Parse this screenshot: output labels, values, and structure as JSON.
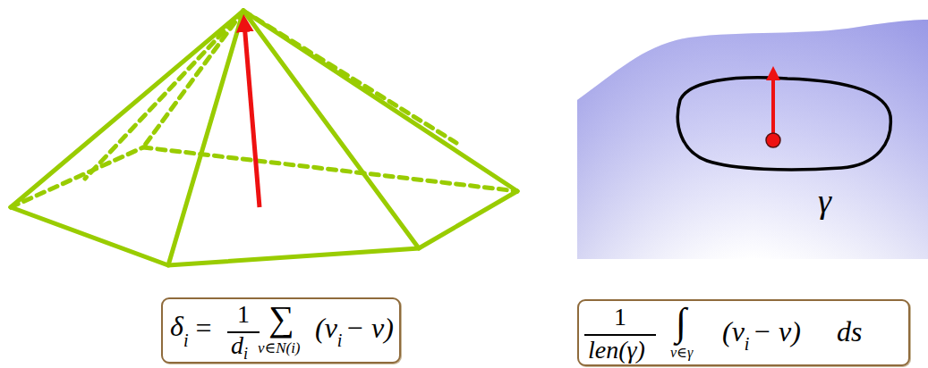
{
  "diagram": {
    "nodes": [
      {
        "text": [
          "δ",
          "i",
          "=",
          "1",
          "d",
          "i",
          "∑",
          "v∈N(i)",
          "(v",
          "i",
          "− v)"
        ]
      },
      {
        "text": [
          "1",
          "len(γ)",
          "∫",
          "v∈γ",
          "(v",
          "i",
          "− v)",
          "ds"
        ]
      }
    ],
    "labels": [
      "γ"
    ]
  }
}
